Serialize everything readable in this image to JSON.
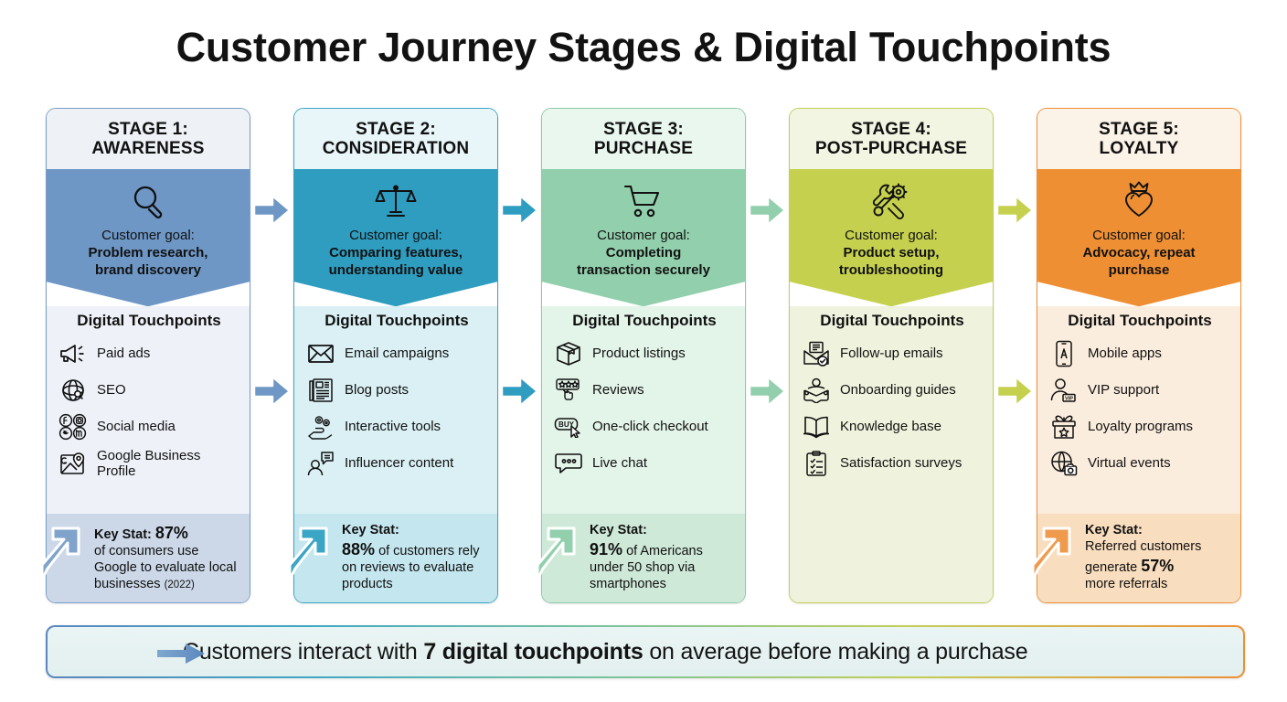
{
  "title": "Customer Journey Stages & Digital Touchpoints",
  "touchpoints_heading": "Digital Touchpoints",
  "goal_lead": "Customer goal:",
  "key_stat_label": "Key Stat:",
  "colors": {
    "stage1_band": "#6e97c6",
    "stage1_header": "#eef2f7",
    "stage1_body": "#eef2f8",
    "stage1_stat": "#ccd8e8",
    "stage1_border": "#7a9ec7",
    "stage1_arrow": "#6e97c6",
    "stage2_band": "#2e9dc0",
    "stage2_header": "#e9f6f9",
    "stage2_body": "#daf0f4",
    "stage2_stat": "#c4e6ee",
    "stage2_border": "#3aa5c4",
    "stage2_arrow": "#2e9dc0",
    "stage3_band": "#92cfac",
    "stage3_header": "#eaf7ef",
    "stage3_body": "#e3f4e9",
    "stage3_stat": "#cfe9d8",
    "stage3_border": "#8dcaa8",
    "stage3_arrow": "#92cfac",
    "stage4_band": "#c5d14e",
    "stage4_header": "#f2f5e2",
    "stage4_body": "#eff3dd",
    "stage4_stat": "#e4ebc4",
    "stage4_border": "#c3cf55",
    "stage4_arrow": "#c5d14e",
    "stage5_band": "#ef8f33",
    "stage5_header": "#fbf2e8",
    "stage5_body": "#fbeddd",
    "stage5_stat": "#f8ddbe",
    "stage5_border": "#ef9138",
    "stage5_arrow": "#ef8f33"
  },
  "stages": [
    {
      "header": "STAGE 1:\nAWARENESS",
      "header_line1": "STAGE 1:",
      "header_line2": "AWARENESS",
      "goal_icon": "magnifier-icon",
      "goal": "Problem research,\nbrand discovery",
      "goal_line1": "Problem research,",
      "goal_line2": "brand discovery",
      "touchpoints": [
        {
          "icon": "megaphone-icon",
          "label": "Paid ads"
        },
        {
          "icon": "globe-search-icon",
          "label": "SEO"
        },
        {
          "icon": "social-icons",
          "label": "Social media"
        },
        {
          "icon": "map-pin-icon",
          "label": "Google Business Profile"
        }
      ],
      "stat": {
        "label": "Key Stat:",
        "value": "87%",
        "text": "of consumers use Google to evaluate local businesses",
        "year": "(2022)",
        "inline": true
      }
    },
    {
      "header": "STAGE 2:\nCONSIDERATION",
      "header_line1": "STAGE 2:",
      "header_line2": "CONSIDERATION",
      "goal_icon": "scales-icon",
      "goal": "Comparing features,\nunderstanding value",
      "goal_line1": "Comparing features,",
      "goal_line2": "understanding value",
      "touchpoints": [
        {
          "icon": "envelope-icon",
          "label": "Email campaigns"
        },
        {
          "icon": "newspaper-icon",
          "label": "Blog posts"
        },
        {
          "icon": "hand-gears-icon",
          "label": "Interactive tools"
        },
        {
          "icon": "person-speech-icon",
          "label": "Influencer content"
        }
      ],
      "stat": {
        "label": "Key Stat:",
        "value": "88%",
        "text": "of customers rely on reviews to evaluate products",
        "year": "",
        "inline": false
      }
    },
    {
      "header": "STAGE 3:\nPURCHASE",
      "header_line1": "STAGE 3:",
      "header_line2": "PURCHASE",
      "goal_icon": "cart-icon",
      "goal": "Completing\ntransaction securely",
      "goal_line1": "Completing",
      "goal_line2": "transaction securely",
      "touchpoints": [
        {
          "icon": "box-icon",
          "label": "Product listings"
        },
        {
          "icon": "stars-cursor-icon",
          "label": "Reviews"
        },
        {
          "icon": "buy-button-icon",
          "label": "One-click checkout"
        },
        {
          "icon": "chat-bubble-icon",
          "label": "Live chat"
        }
      ],
      "stat": {
        "label": "Key Stat:",
        "value": "91%",
        "text": "of Americans under 50 shop via smartphones",
        "year": "",
        "inline": false
      }
    },
    {
      "header": "STAGE 4:\nPOST-PURCHASE",
      "header_line1": "STAGE 4:",
      "header_line2": "POST-PURCHASE",
      "goal_icon": "tools-icon",
      "goal": "Product setup,\ntroubleshooting",
      "goal_line1": "Product setup,",
      "goal_line2": "troubleshooting",
      "touchpoints": [
        {
          "icon": "email-check-icon",
          "label": "Follow-up emails"
        },
        {
          "icon": "person-book-icon",
          "label": "Onboarding guides"
        },
        {
          "icon": "open-book-icon",
          "label": "Knowledge base"
        },
        {
          "icon": "clipboard-check-icon",
          "label": "Satisfaction surveys"
        }
      ],
      "stat": null
    },
    {
      "header": "STAGE 5:\nLOYALTY",
      "header_line1": "STAGE 5:",
      "header_line2": "LOYALTY",
      "goal_icon": "crowned-heart-icon",
      "goal": "Advocacy, repeat\npurchase",
      "goal_line1": "Advocacy, repeat",
      "goal_line2": "purchase",
      "touchpoints": [
        {
          "icon": "mobile-app-icon",
          "label": "Mobile apps"
        },
        {
          "icon": "vip-person-icon",
          "label": "VIP support"
        },
        {
          "icon": "gift-star-icon",
          "label": "Loyalty programs"
        },
        {
          "icon": "globe-camera-icon",
          "label": "Virtual events"
        }
      ],
      "stat": {
        "label": "Key Stat:",
        "value": "57%",
        "text": "Referred customers generate",
        "text_after": "more referrals",
        "year": "",
        "inline": false,
        "value_middle": true
      }
    }
  ],
  "banner": {
    "prefix": "Customers interact with ",
    "emphasis": "7 digital touchpoints",
    "suffix": " on average before making a purchase",
    "arrow_icon": "right-arrow-icon"
  }
}
